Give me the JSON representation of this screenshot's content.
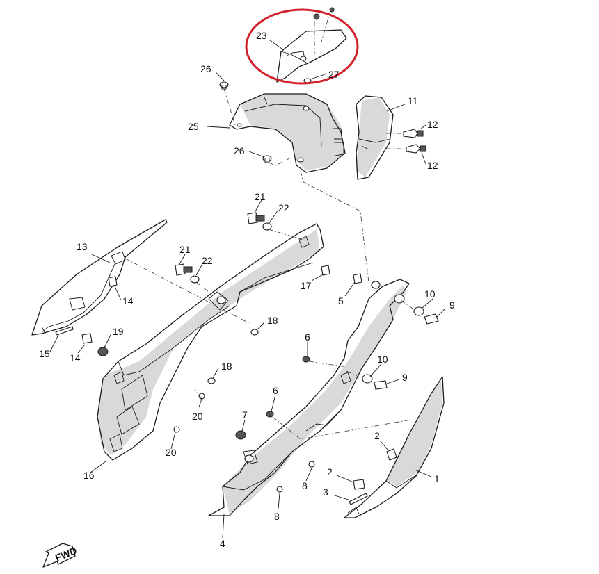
{
  "diagram": {
    "highlight_color": "#d0202a",
    "line_color": "#1a1a1a",
    "callouts": {
      "p1": "1",
      "p2a": "2",
      "p2b": "2",
      "p3": "3",
      "p4": "4",
      "p5": "5",
      "p6a": "6",
      "p6b": "6",
      "p7": "7",
      "p8a": "8",
      "p8b": "8",
      "p9a": "9",
      "p9b": "9",
      "p10a": "10",
      "p10b": "10",
      "p11": "11",
      "p12a": "12",
      "p12b": "12",
      "p13": "13",
      "p14a": "14",
      "p14b": "14",
      "p15": "15",
      "p16": "16",
      "p17": "17",
      "p18a": "18",
      "p18b": "18",
      "p19": "19",
      "p20a": "20",
      "p20b": "20",
      "p21a": "21",
      "p21b": "21",
      "p22a": "22",
      "p22b": "22",
      "p23": "23",
      "p25": "25",
      "p26a": "26",
      "p26b": "26",
      "p27": "27"
    },
    "direction_label": "FWD"
  }
}
